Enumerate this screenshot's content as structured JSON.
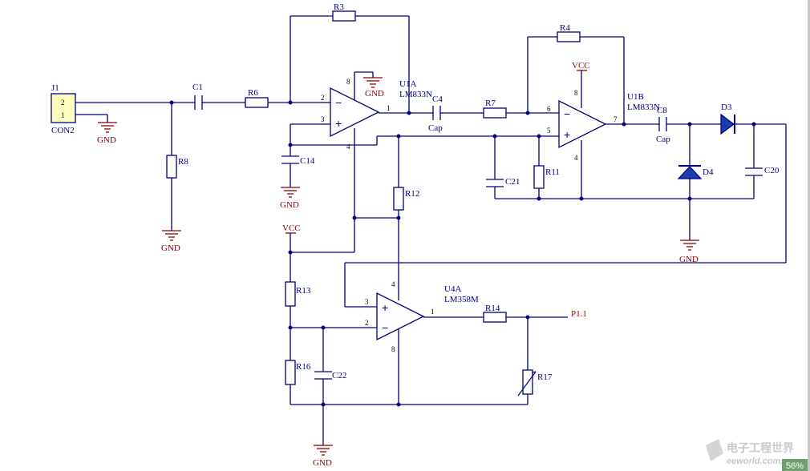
{
  "connector": {
    "ref": "J1",
    "value": "CON2",
    "pin_top": "2",
    "pin_bottom": "1"
  },
  "gnd_label": "GND",
  "vcc_label": "VCC",
  "resistors": {
    "r3": "R3",
    "r4": "R4",
    "r6": "R6",
    "r7": "R7",
    "r8": "R8",
    "r11": "R11",
    "r12": "R12",
    "r13": "R13",
    "r14": "R14",
    "r16": "R16",
    "r17": "R17"
  },
  "capacitors": {
    "c1": "C1",
    "c4": "C4",
    "c8": "C8",
    "c14": "C14",
    "c20": "C20",
    "c21": "C21",
    "c22": "C22",
    "cap_value": "Cap"
  },
  "diodes": {
    "d3": "D3",
    "d4": "D4"
  },
  "opamps": {
    "u1a": {
      "ref": "U1A",
      "part": "LM833N",
      "pin_inv": "2",
      "pin_noninv": "3",
      "pin_out": "1",
      "pin_vp": "8",
      "pin_vn": "4"
    },
    "u1b": {
      "ref": "U1B",
      "part": "LM833N",
      "pin_inv": "6",
      "pin_noninv": "5",
      "pin_out": "7",
      "pin_vp": "8",
      "pin_vn": "4"
    },
    "u4a": {
      "ref": "U4A",
      "part": "LM358M",
      "pin_inv": "2",
      "pin_noninv": "3",
      "pin_out": "1",
      "pin_vp": "4",
      "pin_vn": "8"
    }
  },
  "net_label": "P1.1",
  "watermark": {
    "cn": "电子工程世界",
    "en": "eeworld.com.cn"
  },
  "zoom_badge": "56%"
}
